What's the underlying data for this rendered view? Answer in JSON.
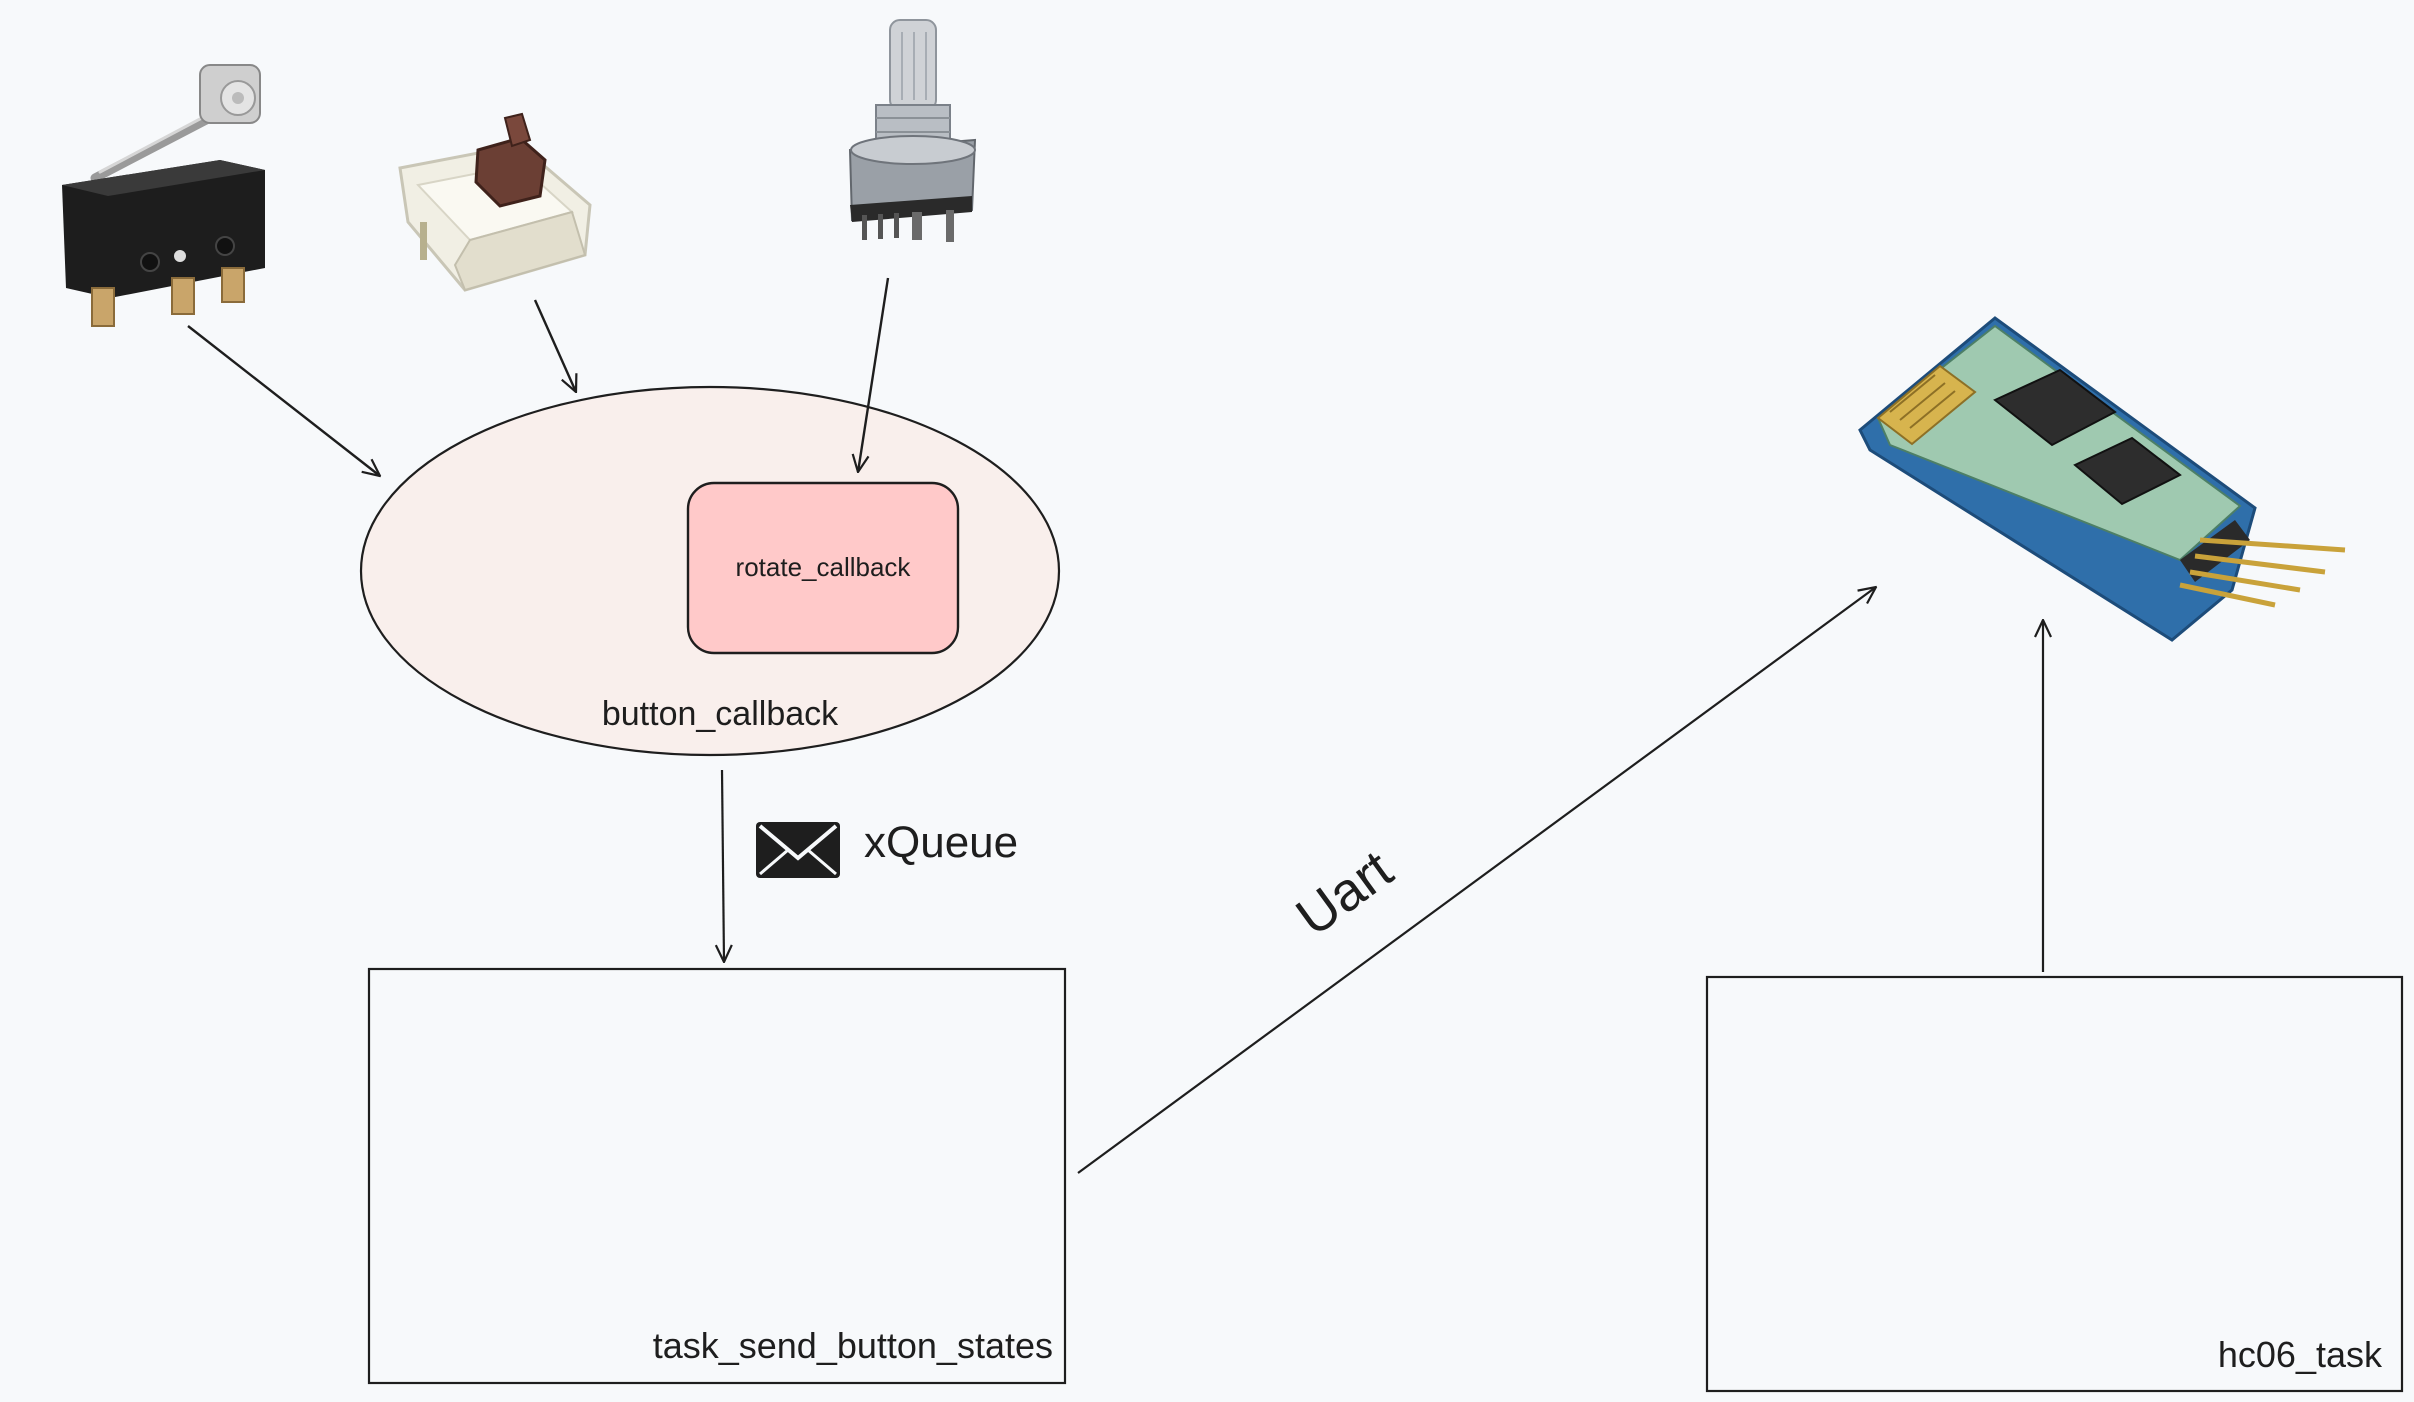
{
  "nodes": {
    "button_callback": {
      "label": "button_callback"
    },
    "rotate_callback": {
      "label": "rotate_callback"
    },
    "task_send_button_states": {
      "label": "task_send_button_states"
    },
    "hc06_task": {
      "label": "hc06_task"
    }
  },
  "edges": {
    "queue": {
      "label": "xQueue",
      "icon": "envelope-icon"
    },
    "uart": {
      "label": "Uart"
    }
  },
  "images": [
    {
      "name": "limit-switch-photo"
    },
    {
      "name": "mechanical-key-switch-photo"
    },
    {
      "name": "rotary-encoder-photo"
    },
    {
      "name": "hc06-bluetooth-module-photo"
    }
  ],
  "colors": {
    "background": "#f7f9fb",
    "ellipse_fill": "#f9efec",
    "rotate_fill": "#ffc9c9",
    "stroke": "#1e1e1e"
  }
}
